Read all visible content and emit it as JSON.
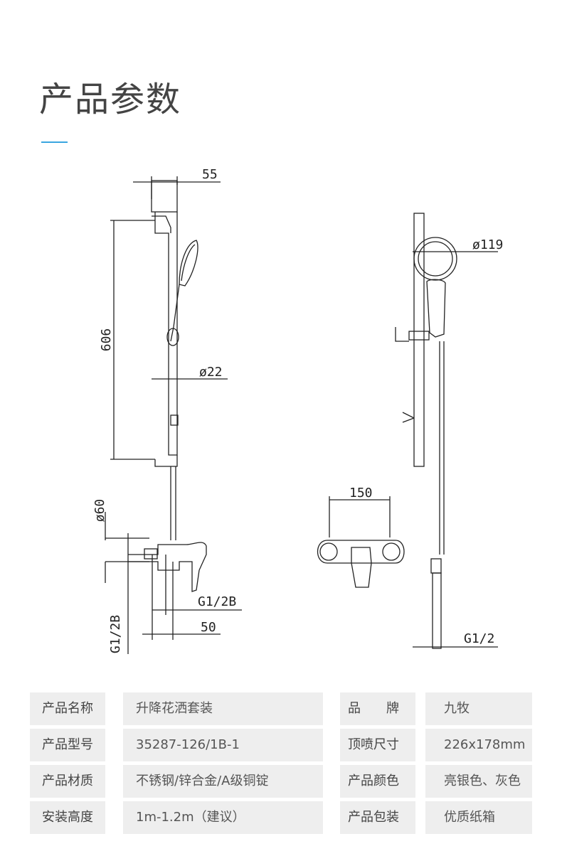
{
  "header": {
    "title": "产品参数"
  },
  "colors": {
    "accent": "#3aa6e0",
    "cell_background": "#eeeeee",
    "line": "#222222"
  },
  "drawing": {
    "dimensions": {
      "top_width": "55",
      "height": "606",
      "bar_diameter": "ø22",
      "head_diameter": "ø119",
      "mixer_diameter": "ø60",
      "mixer_width": "150",
      "thread_left": "G1/2B",
      "thread_side": "G1/2B",
      "depth": "50",
      "thread_right": "G1/2"
    }
  },
  "specs": {
    "rows": [
      {
        "label1": "产品名称",
        "value1": "升降花洒套装",
        "label2": "品　　牌",
        "value2": "九牧"
      },
      {
        "label1": "产品型号",
        "value1": "35287-126/1B-1",
        "label2": "顶喷尺寸",
        "value2": "226x178mm"
      },
      {
        "label1": "产品材质",
        "value1": "不锈钢/锌合金/A级铜锭",
        "label2": "产品颜色",
        "value2": "亮银色、灰色"
      },
      {
        "label1": "安装高度",
        "value1": "1m-1.2m（建议）",
        "label2": "产品包装",
        "value2": "优质纸箱"
      }
    ]
  }
}
